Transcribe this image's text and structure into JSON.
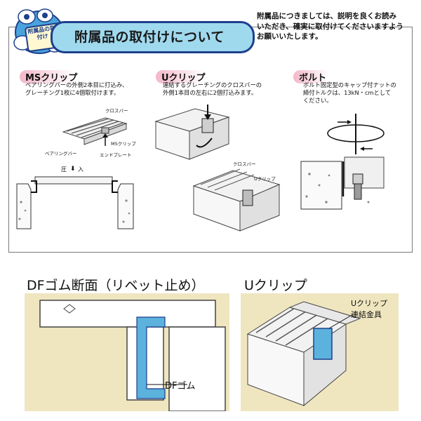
{
  "header": {
    "title": "附属品の取付けについて",
    "mascot_text": "附属品の取付け",
    "intro": [
      "附属品につきましては、説明を良くお読み",
      "いただき、確実に取付けてくださいますよう",
      "お願いいたします。"
    ]
  },
  "sections": [
    {
      "name": "MSクリップ",
      "desc": [
        "ベアリングバーの外側2本目に打込み、",
        "グレーチング1枚に4個取付けます。"
      ],
      "labels": {
        "crossbar": "クロスバー",
        "clip": "MSクリップ",
        "bearing": "ベアリングバー",
        "endplate": "エンドプレート",
        "press": "圧",
        "insert": "入"
      }
    },
    {
      "name": "Uクリップ",
      "desc": [
        "連結するグレーチングのクロスバーの",
        "外側1本目の左右に2個打込みます。"
      ],
      "labels": {
        "crossbar": "クロスバー",
        "clip": "Uクリップ"
      }
    },
    {
      "name": "ボルト",
      "desc": [
        "ボルト固定型のキャップ付ナットの",
        "締付トルクは、13kN・cmとして",
        "ください。"
      ]
    }
  ],
  "bottom": {
    "df_title": "DFゴム断面（リベット止め）",
    "df_label": "DFゴム",
    "u_title": "Uクリップ",
    "u_labels": [
      "Uクリップ",
      "連結金具"
    ]
  },
  "colors": {
    "accent_blue": "#1e3f8c",
    "band": "#9fd9ee",
    "pink": "#f2b7c8",
    "panel": "#efe6c0",
    "clip_blue": "#5ab2dd"
  }
}
